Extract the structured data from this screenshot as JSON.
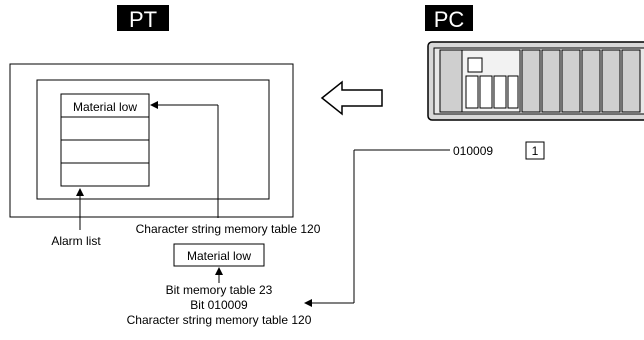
{
  "pt_label": "PT",
  "pc_label": "PC",
  "alarm_items": [
    "Material low",
    "",
    "",
    ""
  ],
  "alarm_list_label": "Alarm list",
  "char_table_label_upper": "Character string memory table 120",
  "material_box_text": "Material low",
  "bit_lines": [
    "Bit memory table 23",
    "Bit 010009",
    "Character string memory table 120"
  ],
  "bit_address": "010009",
  "bit_value": "1"
}
